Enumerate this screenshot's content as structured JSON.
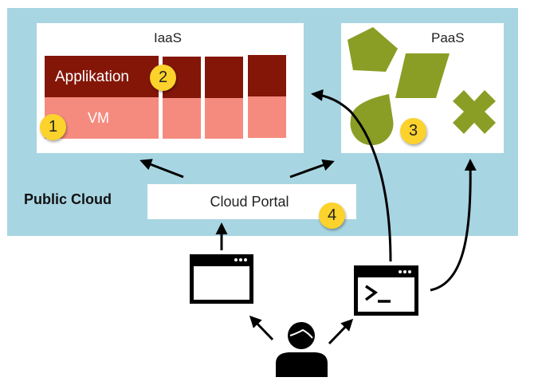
{
  "cloud": {
    "label": "Public Cloud",
    "color": "#a8d5e2"
  },
  "iaas": {
    "title": "IaaS",
    "application_label": "Applikation",
    "vm_label": "VM",
    "colors": {
      "application": "#841608",
      "vm": "#f58b7f"
    }
  },
  "paas": {
    "title": "PaaS",
    "shape_color": "#8a9e25"
  },
  "portal": {
    "label": "Cloud Portal"
  },
  "badges": {
    "one": "1",
    "two": "2",
    "three": "3",
    "four": "4",
    "color": "#fcd22c"
  },
  "icons": {
    "browser": "browser-window-icon",
    "terminal": "terminal-window-icon",
    "user": "user-icon",
    "terminal_prompt": ">_"
  }
}
